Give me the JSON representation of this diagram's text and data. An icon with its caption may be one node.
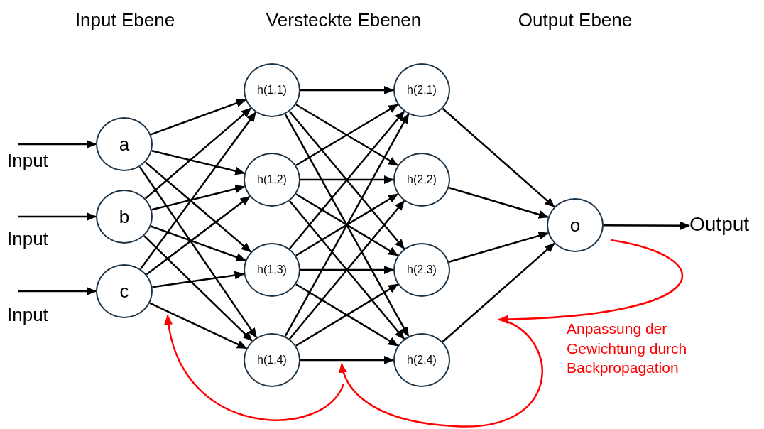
{
  "diagram": {
    "nodes": [
      {
        "text": [
          "a"
        ]
      },
      {
        "text": [
          "b"
        ]
      },
      {
        "text": [
          "c"
        ]
      },
      {
        "text": [
          "h(1,1)"
        ]
      },
      {
        "text": [
          "h(1,2)"
        ]
      },
      {
        "text": [
          "h(1,3)"
        ]
      },
      {
        "text": [
          "h(1,4)"
        ]
      },
      {
        "text": [
          "h(2,1)"
        ]
      },
      {
        "text": [
          "h(2,2)"
        ]
      },
      {
        "text": [
          "h(2,3)"
        ]
      },
      {
        "text": [
          "h(2,4)"
        ]
      },
      {
        "text": [
          "o"
        ]
      },
      {
        "text": [
          "Output"
        ]
      }
    ],
    "edges": [
      {
        "from": null,
        "to": 0,
        "arrow": "to"
      },
      {
        "from": null,
        "to": 1,
        "arrow": "to"
      },
      {
        "from": null,
        "to": 2,
        "arrow": "to"
      },
      {
        "from": 0,
        "to": 3,
        "arrow": "to"
      },
      {
        "from": 0,
        "to": 4,
        "arrow": "to"
      },
      {
        "from": 0,
        "to": 5,
        "arrow": "to"
      },
      {
        "from": 0,
        "to": 6,
        "arrow": "to"
      },
      {
        "from": 1,
        "to": 3,
        "arrow": "to"
      },
      {
        "from": 1,
        "to": 4,
        "arrow": "to"
      },
      {
        "from": 1,
        "to": 5,
        "arrow": "to"
      },
      {
        "from": 1,
        "to": 6,
        "arrow": "to"
      },
      {
        "from": 2,
        "to": 3,
        "arrow": "to"
      },
      {
        "from": 2,
        "to": 4,
        "arrow": "to"
      },
      {
        "from": 2,
        "to": 5,
        "arrow": "to"
      },
      {
        "from": 2,
        "to": 6,
        "arrow": "to"
      },
      {
        "from": 3,
        "to": 7,
        "arrow": "to"
      },
      {
        "from": 3,
        "to": 8,
        "arrow": "to"
      },
      {
        "from": 3,
        "to": 9,
        "arrow": "to"
      },
      {
        "from": 3,
        "to": 10,
        "arrow": "to"
      },
      {
        "from": 4,
        "to": 7,
        "arrow": "to"
      },
      {
        "from": 4,
        "to": 8,
        "arrow": "to"
      },
      {
        "from": 4,
        "to": 9,
        "arrow": "to"
      },
      {
        "from": 4,
        "to": 10,
        "arrow": "to"
      },
      {
        "from": 5,
        "to": 7,
        "arrow": "to"
      },
      {
        "from": 5,
        "to": 8,
        "arrow": "to"
      },
      {
        "from": 5,
        "to": 9,
        "arrow": "to"
      },
      {
        "from": 5,
        "to": 10,
        "arrow": "to"
      },
      {
        "from": 6,
        "to": 7,
        "arrow": "to"
      },
      {
        "from": 6,
        "to": 8,
        "arrow": "to"
      },
      {
        "from": 6,
        "to": 9,
        "arrow": "to"
      },
      {
        "from": 6,
        "to": 10,
        "arrow": "to"
      },
      {
        "from": 7,
        "to": 11,
        "arrow": "to"
      },
      {
        "from": 8,
        "to": 11,
        "arrow": "to"
      },
      {
        "from": 9,
        "to": 11,
        "arrow": "to"
      },
      {
        "from": 10,
        "to": 11,
        "arrow": "to"
      },
      {
        "from": 11,
        "to": 12,
        "arrow": "to"
      }
    ],
    "labels": [
      "Input Ebene",
      "Versteckte Ebenen",
      "Output Ebene",
      "Input",
      "Input",
      "Input",
      "Anpassung der Gewichtung durch Backpropagation"
    ]
  }
}
